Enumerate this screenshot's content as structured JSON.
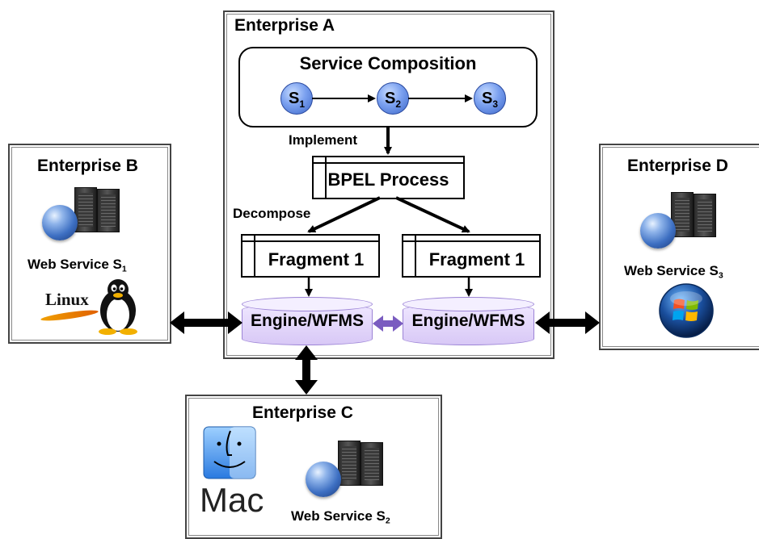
{
  "enterprise_a": {
    "title": "Enterprise A",
    "composition": {
      "title": "Service Composition",
      "nodes": [
        {
          "base": "S",
          "sub": "1"
        },
        {
          "base": "S",
          "sub": "2"
        },
        {
          "base": "S",
          "sub": "3"
        }
      ]
    },
    "implement_label": "Implement",
    "bpel_label": "BPEL Process",
    "decompose_label": "Decompose",
    "fragment_left": "Fragment 1",
    "fragment_right": "Fragment 1",
    "engine_left": "Engine/WFMS",
    "engine_right": "Engine/WFMS"
  },
  "enterprise_b": {
    "title": "Enterprise B",
    "service_label": "Web Service S",
    "service_sub": "1",
    "os_logo": "linux-tux-logo",
    "os_text": "Linux"
  },
  "enterprise_c": {
    "title": "Enterprise C",
    "service_label": "Web Service S",
    "service_sub": "2",
    "os_logo": "mac-finder-logo",
    "os_text": "Mac"
  },
  "enterprise_d": {
    "title": "Enterprise D",
    "service_label": "Web Service S",
    "service_sub": "3",
    "os_logo": "windows-logo"
  },
  "colors": {
    "engine_fill": "#d8c8f6",
    "engine_border": "#9c84d6",
    "node_fill": "#7aa0ef",
    "double_arrow_internal": "#7a5cc0"
  }
}
